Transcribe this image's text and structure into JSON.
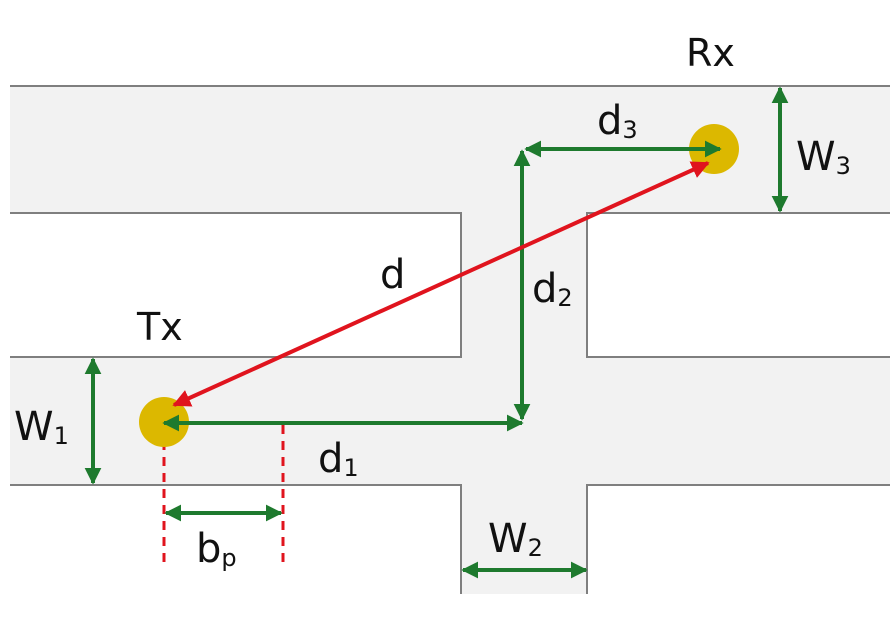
{
  "colors": {
    "corridor_fill": "#f2f2f2",
    "wall_stroke": "#7f7f7f",
    "green_arrow": "#1e7a2e",
    "red_arrow": "#e0141e",
    "node_fill": "#dcb800",
    "dashed_line": "#e0141e"
  },
  "labels": {
    "rx": "Rx",
    "tx": "Tx",
    "d": "d",
    "d1_base": "d",
    "d1_sub": "1",
    "d2_base": "d",
    "d2_sub": "2",
    "d3_base": "d",
    "d3_sub": "3",
    "w1_base": "W",
    "w1_sub": "1",
    "w2_base": "W",
    "w2_sub": "2",
    "w3_base": "W",
    "w3_sub": "3",
    "bp_base": "b",
    "bp_sub": "p"
  }
}
